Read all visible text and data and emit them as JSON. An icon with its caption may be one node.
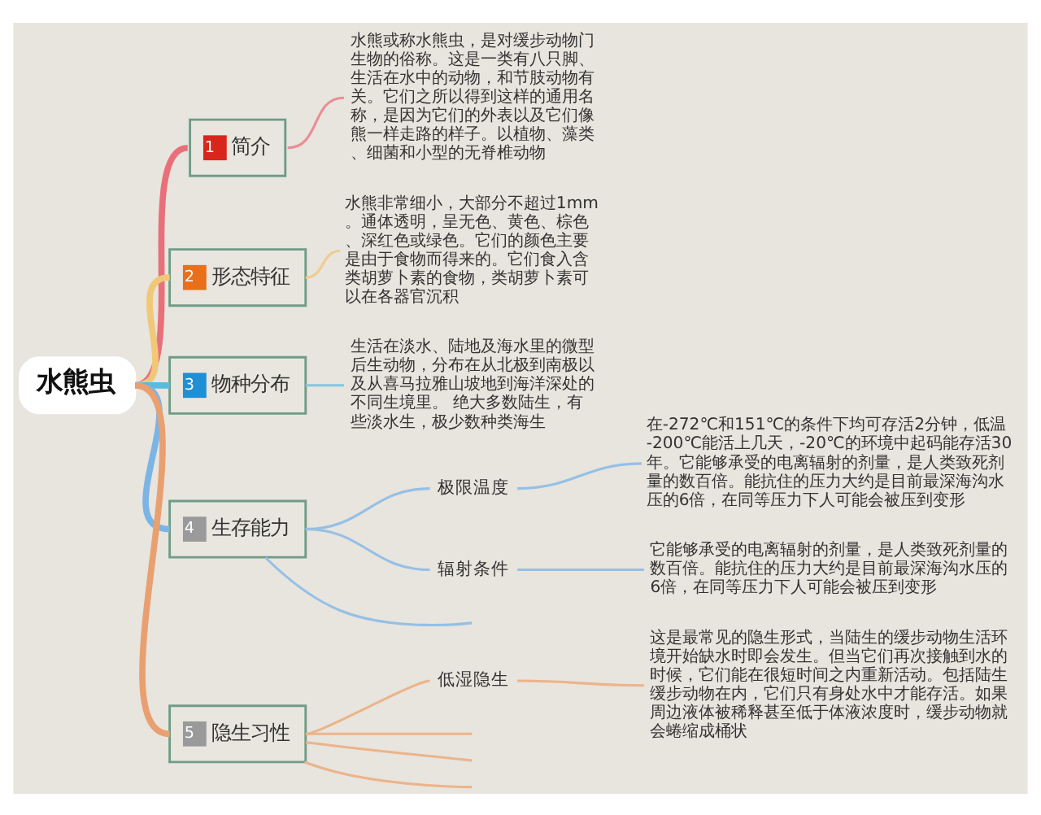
{
  "diagram": {
    "nodes": [
      {
        "text": [
          "水熊虫"
        ]
      },
      {
        "text": [
          "1",
          "简介"
        ]
      },
      {
        "text": [
          "2",
          "形态特征"
        ]
      },
      {
        "text": [
          "3",
          "物种分布"
        ]
      },
      {
        "text": [
          "4",
          "生存能力"
        ]
      },
      {
        "text": [
          "5",
          "隐生习性"
        ]
      },
      {
        "text": [
          "水熊或称水熊虫，是对缓步动物门生物的俗称。这是一类有八只脚、生活在水中的动物，和节肢动物有关。它们之所以得到这样的通用名称，是因为它们的外表以及它们像熊一样走路的样子。以植物、藻类、细菌和小型的无脊椎动物"
        ]
      },
      {
        "text": [
          "水熊非常细小，大部分不超过1mm。通体透明，呈无色、黄色、棕色、深红色或绿色。它们的颜色主要是由于食物而得来的。它们食入含类胡萝卜素的食物，类胡萝卜素可以在各器官沉积"
        ]
      },
      {
        "text": [
          "生活在淡水、陆地及海水里的微型后生动物，分布在从北极到南极以及从喜马拉雅山坡地到海洋深处的不同生境里。 绝大多数陆生，有些淡水生，极少数种类海生"
        ]
      },
      {
        "text": [
          "极限温度"
        ]
      },
      {
        "text": [
          "在-272℃和151℃的条件下均可存活2分钟，低温-200℃能活上几天，-20℃的环境中起码能存活30年。它能够承受的电离辐射的剂量，是人类致死剂量的数百倍。能抗住的压力大约是目前最深海沟水压的6倍，在同等压力下人可能会被压到变形"
        ]
      },
      {
        "text": [
          "辐射条件"
        ]
      },
      {
        "text": [
          "它能够承受的电离辐射的剂量，是人类致死剂量的数百倍。能抗住的压力大约是目前最深海沟水压的6倍，在同等压力下人可能会被压到变形"
        ]
      },
      {
        "text": [
          "低湿隐生"
        ]
      },
      {
        "text": [
          "这是最常见的隐生形式，当陆生的缓步动物生活环境开始缺水时即会发生。但当它们再次接触到水的时候，它们能在很短时间之内重新活动。包括陆生缓步动物在内，它们只有身处水中才能存活。如果周边液体被稀释甚至低于体液浓度时，缓步动物就会蜷缩成桶状"
        ]
      }
    ],
    "edges": [
      {
        "from": 0,
        "to": 1,
        "arrow": "none",
        "style": "thick",
        "color": "#e8707a"
      },
      {
        "from": 0,
        "to": 2,
        "arrow": "none",
        "style": "thick",
        "color": "#f0c878"
      },
      {
        "from": 0,
        "to": 3,
        "arrow": "none",
        "style": "thick",
        "color": "#5abcdc"
      },
      {
        "from": 0,
        "to": 4,
        "arrow": "none",
        "style": "thick",
        "color": "#7cb4e4"
      },
      {
        "from": 0,
        "to": 5,
        "arrow": "none",
        "style": "thick",
        "color": "#e8a070"
      },
      {
        "from": 1,
        "to": 6,
        "arrow": "none",
        "color": "#ec8c94"
      },
      {
        "from": 2,
        "to": 7,
        "arrow": "none",
        "color": "#f0cc90"
      },
      {
        "from": 3,
        "to": 8,
        "arrow": "none",
        "color": "#80c8dc"
      },
      {
        "from": 4,
        "to": 9,
        "arrow": "none",
        "color": "#94c0e6"
      },
      {
        "from": 4,
        "to": 11,
        "arrow": "none",
        "color": "#94c0e6"
      },
      {
        "from": 4,
        "to": null,
        "arrow": "none",
        "color": "#94c0e6"
      },
      {
        "from": 9,
        "to": 10,
        "arrow": "none",
        "color": "#94c0e6"
      },
      {
        "from": 11,
        "to": 12,
        "arrow": "none",
        "color": "#94c0e6"
      },
      {
        "from": 5,
        "to": 13,
        "arrow": "none",
        "color": "#ecb48a"
      },
      {
        "from": 5,
        "to": null,
        "arrow": "none",
        "color": "#ecb48a"
      },
      {
        "from": 5,
        "to": null,
        "arrow": "none",
        "color": "#ecb48a"
      },
      {
        "from": 5,
        "to": null,
        "arrow": "none",
        "color": "#ecb48a"
      },
      {
        "from": 13,
        "to": 14,
        "arrow": "none",
        "color": "#ecb48a"
      }
    ]
  }
}
